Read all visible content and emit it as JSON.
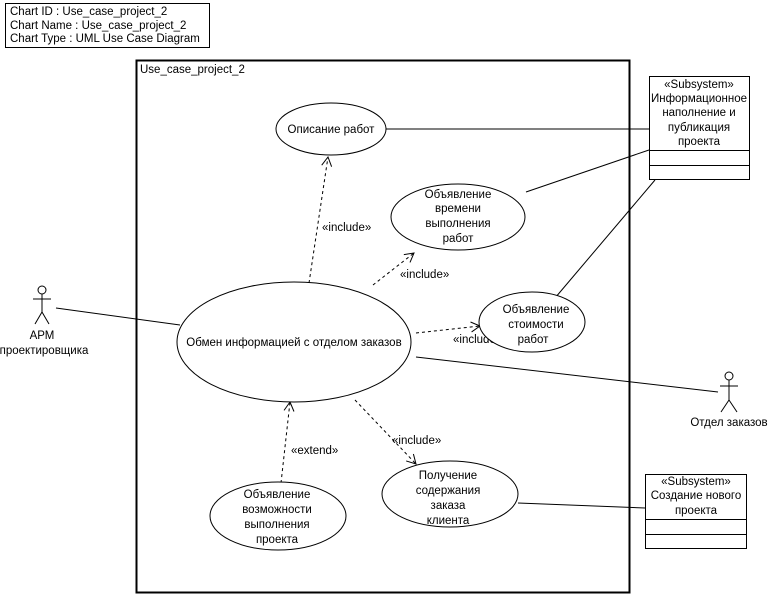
{
  "info": {
    "chart_id": "Chart ID : Use_case_project_2",
    "chart_name": "Chart Name : Use_case_project_2",
    "chart_type": "Chart Type : UML Use Case Diagram"
  },
  "system_boundary": {
    "title": "Use_case_project_2"
  },
  "actors": [
    {
      "id": "arm",
      "lines": [
        "АРМ",
        "проектировщика"
      ]
    },
    {
      "id": "orders-dept",
      "lines": [
        "Отдел заказов"
      ]
    }
  ],
  "use_cases": [
    {
      "id": "work-description",
      "lines": [
        "Описание работ"
      ]
    },
    {
      "id": "time-announcement",
      "lines": [
        "Объявление",
        "времени",
        "выполнения",
        "работ"
      ]
    },
    {
      "id": "info-exchange",
      "lines": [
        "Обмен информацией с отделом заказов"
      ]
    },
    {
      "id": "cost-announcement",
      "lines": [
        "Объявление",
        "стоимости",
        "работ"
      ]
    },
    {
      "id": "feasibility-announcement",
      "lines": [
        "Объявление",
        "возможности",
        "выполнения",
        "проекта"
      ]
    },
    {
      "id": "order-content",
      "lines": [
        "Получение",
        "содержания",
        "заказа",
        "клиента"
      ]
    }
  ],
  "subsystems": [
    {
      "id": "info-publication",
      "stereotype": "«Subsystem»",
      "lines": [
        "Информационное",
        "наполнение и",
        "публикация",
        "проекта"
      ]
    },
    {
      "id": "new-project",
      "stereotype": "«Subsystem»",
      "lines": [
        "Создание нового",
        "проекта"
      ]
    }
  ],
  "relationships": [
    {
      "type": "association",
      "from": "arm",
      "to": "info-exchange"
    },
    {
      "type": "association",
      "from": "info-exchange",
      "to": "orders-dept"
    },
    {
      "type": "association",
      "from": "work-description",
      "to": "info-publication"
    },
    {
      "type": "association",
      "from": "time-announcement",
      "to": "info-publication"
    },
    {
      "type": "association",
      "from": "cost-announcement",
      "to": "info-publication"
    },
    {
      "type": "association",
      "from": "order-content",
      "to": "new-project"
    },
    {
      "type": "include",
      "label": "«include»",
      "from": "info-exchange",
      "to": "work-description"
    },
    {
      "type": "include",
      "label": "«include»",
      "from": "info-exchange",
      "to": "time-announcement"
    },
    {
      "type": "include",
      "label": "«include»",
      "from": "info-exchange",
      "to": "cost-announcement"
    },
    {
      "type": "include",
      "label": "«include»",
      "from": "info-exchange",
      "to": "order-content"
    },
    {
      "type": "extend",
      "label": "«extend»",
      "from": "feasibility-announcement",
      "to": "info-exchange"
    }
  ]
}
